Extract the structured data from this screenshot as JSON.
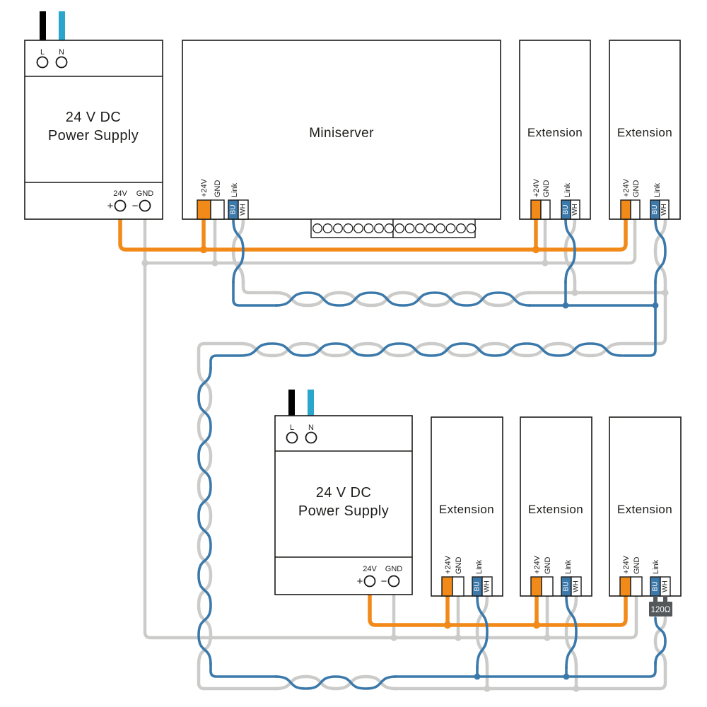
{
  "colors": {
    "orange_wire": "#f28a1a",
    "gray_wire": "#cbcbc9",
    "blue_wire": "#3b79ab",
    "cyan_feed_wire": "#2aa5cc",
    "black_feed_wire": "#000000",
    "bu_terminal_block": "#3b79ab",
    "terminator_block": "#54585b",
    "box_border": "#1a1a19",
    "text": "#1d1d1b"
  },
  "labels": {
    "power_supply": {
      "line1": "24 V DC",
      "line2": "Power Supply"
    },
    "miniserver": "Miniserver",
    "extension": "Extension",
    "terminator": "120Ω",
    "terminals": {
      "l": "L",
      "n": "N",
      "out_24v": "24V",
      "out_gnd": "GND",
      "plus": "+",
      "minus": "−",
      "p24": "+24V",
      "gnd": "GND",
      "link": "Link",
      "bu": "BU",
      "wh": "WH"
    }
  }
}
